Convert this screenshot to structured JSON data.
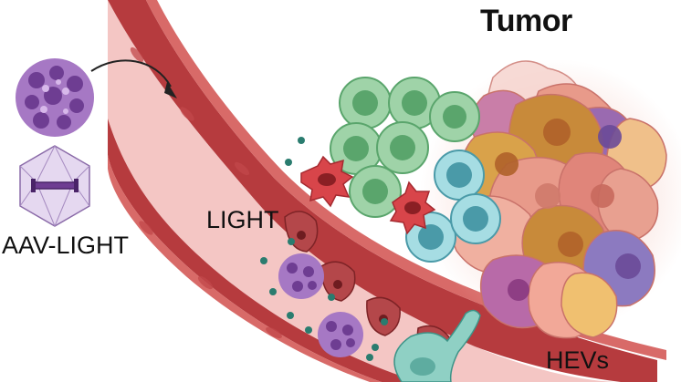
{
  "labels": {
    "title": "Tumor",
    "vector": "AAV-LIGHT",
    "cytokine": "LIGHT",
    "vessels": "HEVs"
  },
  "colors": {
    "vessel_wall": "#b63b3e",
    "vessel_lumen": "#f4c6c4",
    "aav_purple": "#8a4fa8",
    "light_particle": "#2a7c6f",
    "t_cell_green": "#8fcc9a",
    "t_cell_blue": "#93d3dc",
    "tumor_pink": "#e89a8a",
    "tumor_gold": "#c88a3a",
    "dendritic_red": "#d8454a"
  },
  "icons": [
    "aav-virus-icon",
    "capsid-icon",
    "curved-arrow-icon",
    "dendritic-cell-icon",
    "hev-icon"
  ]
}
